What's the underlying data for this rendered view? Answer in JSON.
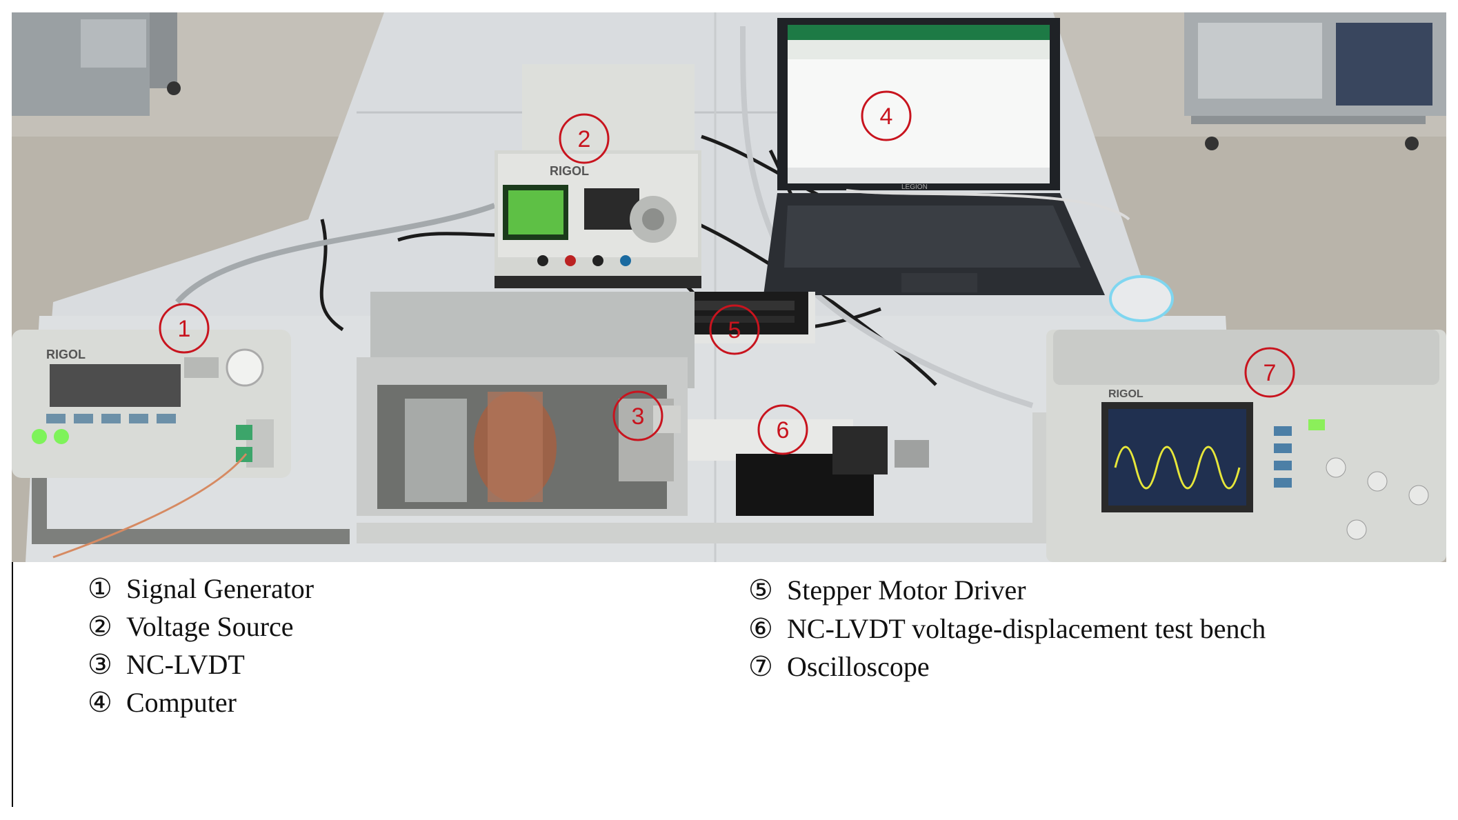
{
  "colors": {
    "marker": "#c8141e",
    "floor": "#b9b4aa",
    "table": "#d9dcdf",
    "instrument": "#d7d9d5"
  },
  "markers": [
    {
      "label": "1",
      "target": "signal generator"
    },
    {
      "label": "2",
      "target": "voltage source"
    },
    {
      "label": "3",
      "target": "NC-LVDT"
    },
    {
      "label": "4",
      "target": "computer"
    },
    {
      "label": "5",
      "target": "stepper motor driver"
    },
    {
      "label": "6",
      "target": "test bench"
    },
    {
      "label": "7",
      "target": "oscilloscope"
    }
  ],
  "legend": [
    {
      "num": "①",
      "text": "Signal Generator"
    },
    {
      "num": "②",
      "text": "Voltage  Source"
    },
    {
      "num": "③",
      "text": "NC-LVDT"
    },
    {
      "num": "④",
      "text": "Computer"
    },
    {
      "num": "⑤",
      "text": "Stepper Motor Driver"
    },
    {
      "num": "⑥",
      "text": "NC-LVDT  voltage-displacement  test bench"
    },
    {
      "num": "⑦",
      "text": "Oscilloscope"
    }
  ],
  "brand_marks": {
    "instrument_brand": "RIGOL",
    "laptop_brand": "LEGION"
  }
}
